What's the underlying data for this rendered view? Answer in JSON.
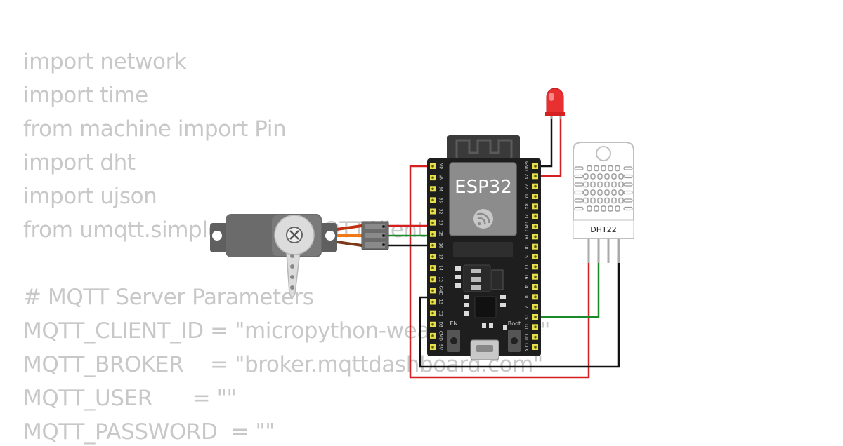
{
  "code_lines": [
    "import network",
    "import time",
    "from machine import Pin",
    "import dht",
    "import ujson",
    "from umqtt.simple import MQTTClient",
    "",
    "# MQTT Server Parameters",
    "MQTT_CLIENT_ID = \"micropython-weather-demo\"",
    "MQTT_BROKER    = \"broker.mqttdashboard.com\"",
    "MQTT_USER      = \"\"",
    "MQTT_PASSWORD  = \"\""
  ],
  "board": {
    "name": "ESP32",
    "pins_left": [
      "VP",
      "VN",
      "34",
      "35",
      "32",
      "33",
      "25",
      "26",
      "27",
      "14",
      "12",
      "GND",
      "13",
      "D2",
      "D3",
      "CMD",
      "5V"
    ],
    "pins_right": [
      "GND",
      "23",
      "22",
      "TX",
      "RX",
      "21",
      "GND",
      "19",
      "18",
      "5",
      "17",
      "16",
      "4",
      "0",
      "2",
      "15",
      "D1",
      "D0",
      "CLK"
    ],
    "button_en": "EN",
    "button_boot": "Boot"
  },
  "sensor": {
    "label": "DHT22"
  },
  "colors": {
    "wire_red": "#d42020",
    "wire_black": "#111111",
    "wire_green": "#1a8a2a",
    "wire_orange": "#f07a1a",
    "led_red": "#e83030",
    "board_black": "#1e1e1e",
    "pin_yellow": "#e8e04a",
    "code_grey": "#c8c8c8"
  }
}
